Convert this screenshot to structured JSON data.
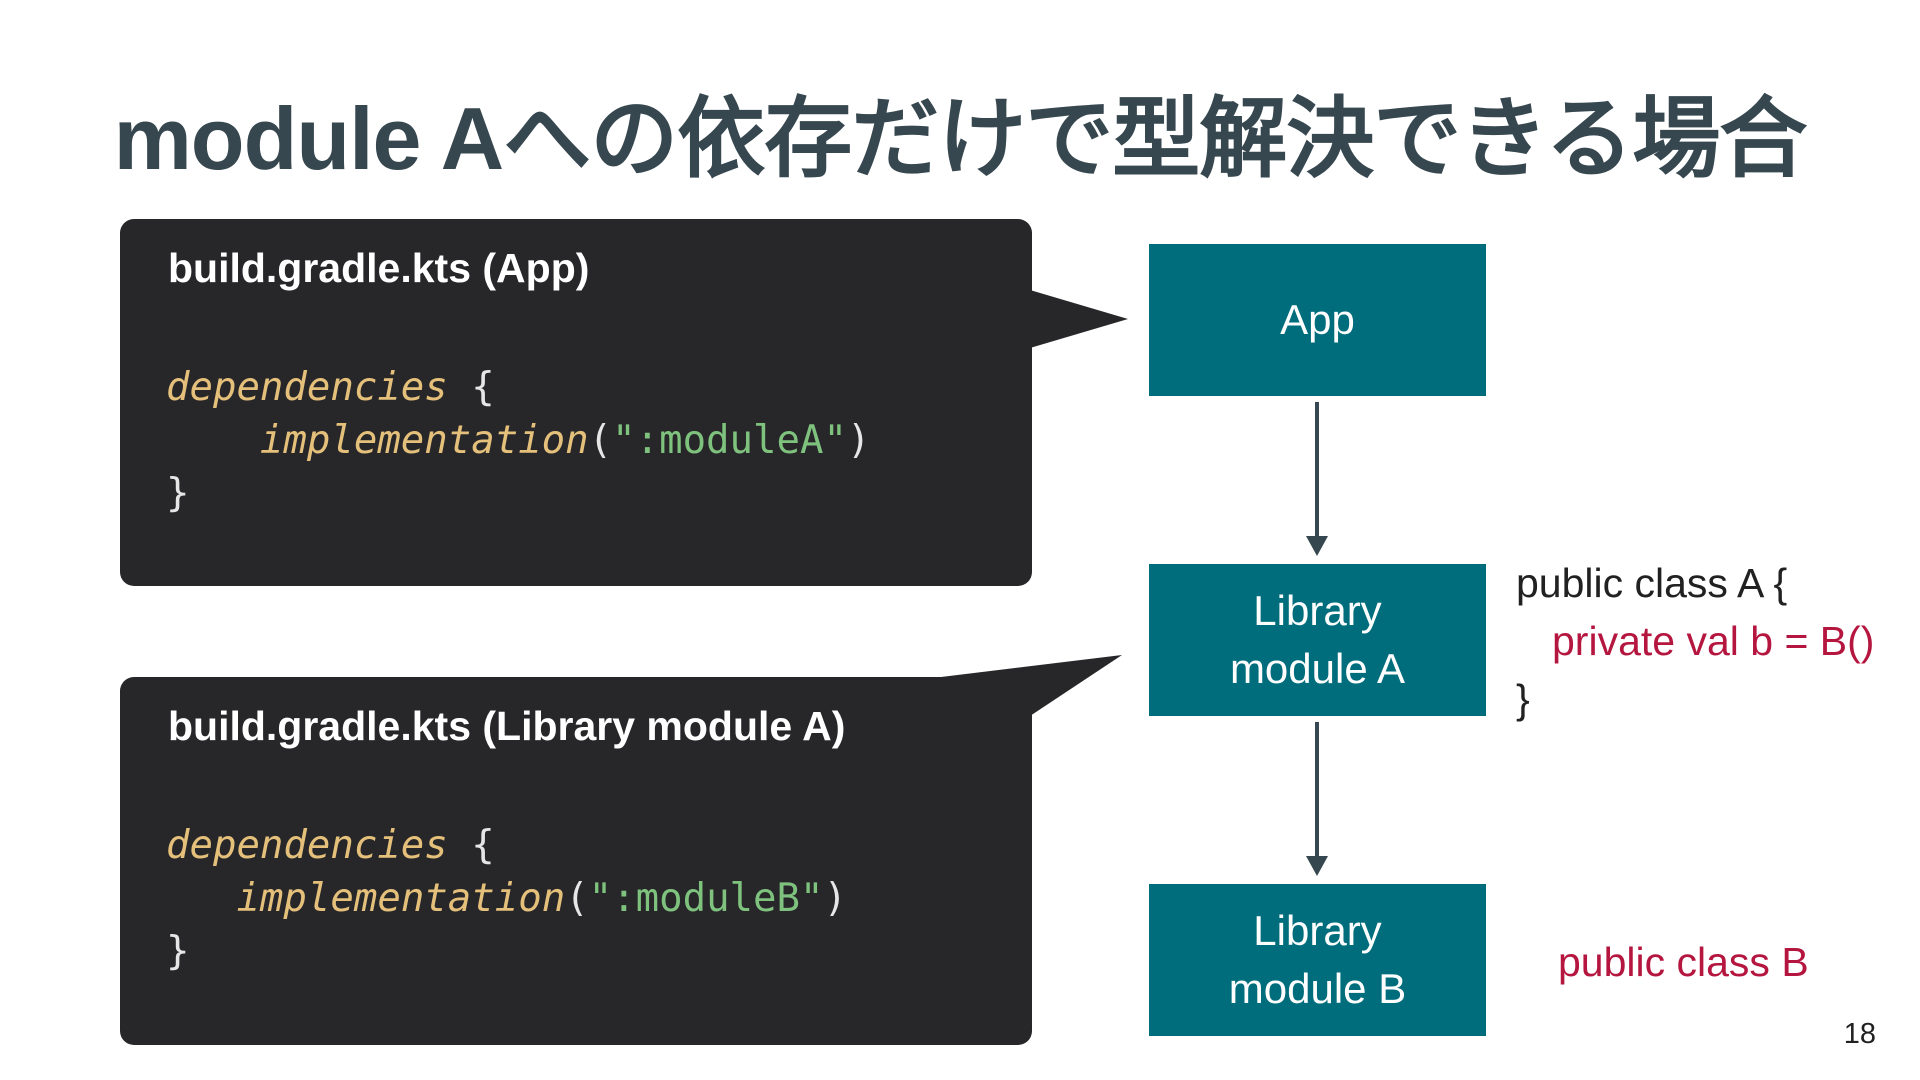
{
  "slide": {
    "title": "module Aへの依存だけで型解決できる場合",
    "page_number": "18"
  },
  "callouts": [
    {
      "title": "build.gradle.kts (App)",
      "code": {
        "line1_keyword": "dependencies",
        "line1_brace": " {",
        "line2_indent": "    ",
        "line2_keyword": "implementation",
        "line2_open": "(",
        "line2_string": "\":moduleA\"",
        "line2_close": ")",
        "line3": "}"
      }
    },
    {
      "title": "build.gradle.kts (Library module A)",
      "code": {
        "line1_keyword": "dependencies",
        "line1_brace": " {",
        "line2_indent": "   ",
        "line2_keyword": "implementation",
        "line2_open": "(",
        "line2_string": "\":moduleB\"",
        "line2_close": ")",
        "line3": "}"
      }
    }
  ],
  "diagram": {
    "nodes": [
      {
        "lines": [
          "App"
        ]
      },
      {
        "lines": [
          "Library",
          "module A"
        ]
      },
      {
        "lines": [
          "Library",
          "module B"
        ]
      }
    ],
    "colors": {
      "node_fill": "#006d7c",
      "arrow": "#37474f",
      "highlight": "#b5163f"
    }
  },
  "annotations": {
    "class_a": {
      "line1": "public class A {",
      "line2": "private val b = B()",
      "line3": "}"
    },
    "class_b": "public class B"
  }
}
